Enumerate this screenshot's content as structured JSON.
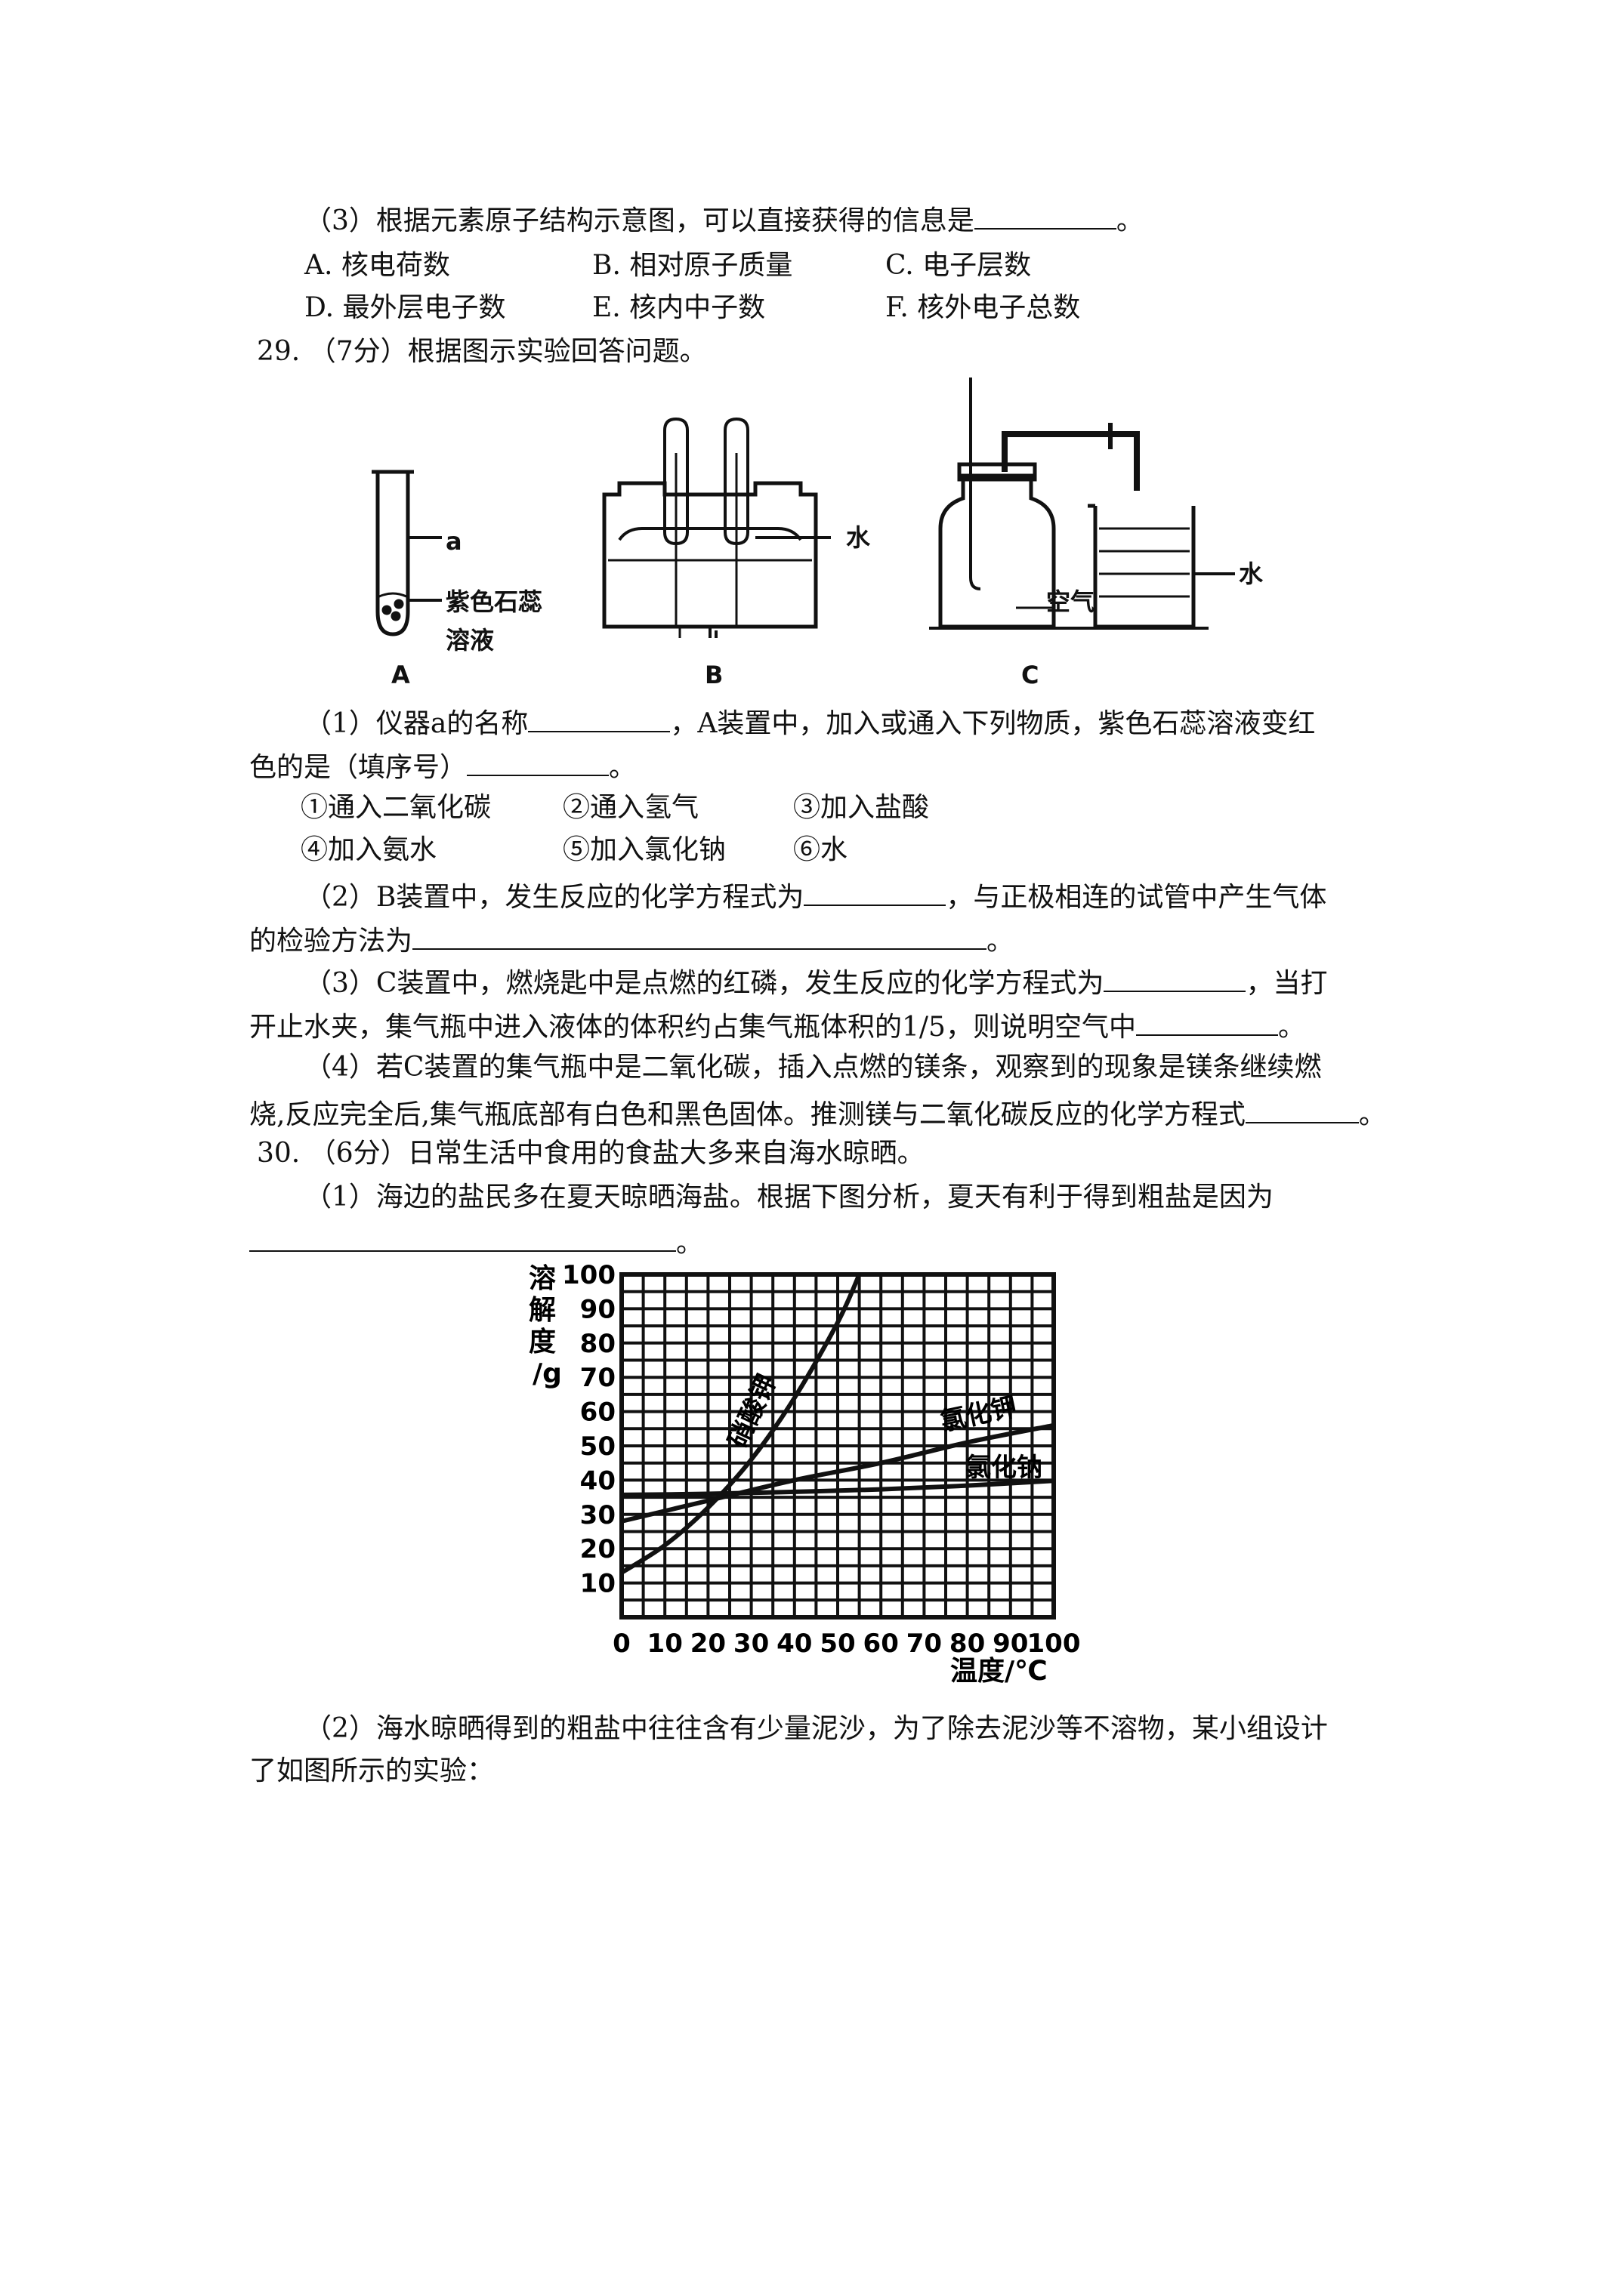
{
  "q28_3": {
    "stem": "（3）根据元素原子结构示意图，可以直接获得的信息是",
    "stem_end": "。",
    "options_row1": [
      "A.  核电荷数",
      "B.  相对原子质量",
      "C.  电子层数"
    ],
    "options_row2": [
      "D.  最外层电子数",
      "E.  核内中子数",
      "F.  核外电子总数"
    ]
  },
  "q29": {
    "title": "29.  （7分）根据图示实验回答问题。",
    "apparatus": {
      "A": {
        "caption": "A",
        "label_a": "a",
        "label_litmus_1": "紫色石蕊",
        "label_litmus_2": "溶液"
      },
      "B": {
        "caption": "B",
        "label_water": "水"
      },
      "C": {
        "caption": "C",
        "label_air": "空气",
        "label_water": "水"
      }
    },
    "p1_a": "（1）仪器a的名称",
    "p1_b": "，A装置中，加入或通入下列物质，紫色石蕊溶液变红",
    "p1_c": "色的是（填序号）",
    "p1_d": "。",
    "choices_row1": [
      "①通入二氧化碳",
      "②通入氢气",
      "③加入盐酸"
    ],
    "choices_row2": [
      "④加入氨水",
      "⑤加入氯化钠",
      "⑥水"
    ],
    "p2_a": "（2）B装置中，发生反应的化学方程式为",
    "p2_b": "，与正极相连的试管中产生气体",
    "p2_c": "的检验方法为",
    "p2_d": "。",
    "p3_a": "（3）C装置中，燃烧匙中是点燃的红磷，发生反应的化学方程式为",
    "p3_b": "，当打",
    "p3_c": "开止水夹，集气瓶中进入液体的体积约占集气瓶体积的1/5，则说明空气中",
    "p3_d": "。",
    "p4_a": "（4）若C装置的集气瓶中是二氧化碳，插入点燃的镁条，观察到的现象是镁条继续燃",
    "p4_b": "烧,反应完全后,集气瓶底部有白色和黑色固体。推测镁与二氧化碳反应的化学方程式",
    "p4_c": "。"
  },
  "q30": {
    "title": "30.  （6分）日常生活中食用的食盐大多来自海水晾晒。",
    "p1_a": "（1）海边的盐民多在夏天晾晒海盐。根据下图分析，夏天有利于得到粗盐是因为",
    "p1_b": "。",
    "p2_a": "（2）海水晾晒得到的粗盐中往往含有少量泥沙，为了除去泥沙等不溶物，某小组设计",
    "p2_b": "了如图所示的实验："
  },
  "chart_data": {
    "type": "line",
    "ylabel": "溶解度/g",
    "xlabel": "温度/℃",
    "xlim": [
      0,
      100
    ],
    "ylim": [
      0,
      100
    ],
    "x_ticks": [
      "0",
      "10",
      "20",
      "30",
      "40",
      "50",
      "60",
      "70",
      "80",
      "90",
      "100"
    ],
    "y_ticks": [
      "10",
      "20",
      "30",
      "40",
      "50",
      "60",
      "70",
      "80",
      "90",
      "100"
    ],
    "grid": true,
    "series": [
      {
        "name": "硝酸钾",
        "x": [
          0,
          10,
          20,
          30,
          40,
          50,
          55
        ],
        "y": [
          13,
          21,
          32,
          46,
          64,
          86,
          100
        ]
      },
      {
        "name": "氯化钾",
        "x": [
          0,
          20,
          40,
          60,
          80,
          100
        ],
        "y": [
          28,
          34,
          40,
          45,
          51,
          56
        ]
      },
      {
        "name": "氯化钠",
        "x": [
          0,
          20,
          40,
          60,
          80,
          100
        ],
        "y": [
          35.7,
          36,
          36.6,
          37.3,
          38.4,
          39.8
        ]
      }
    ]
  }
}
